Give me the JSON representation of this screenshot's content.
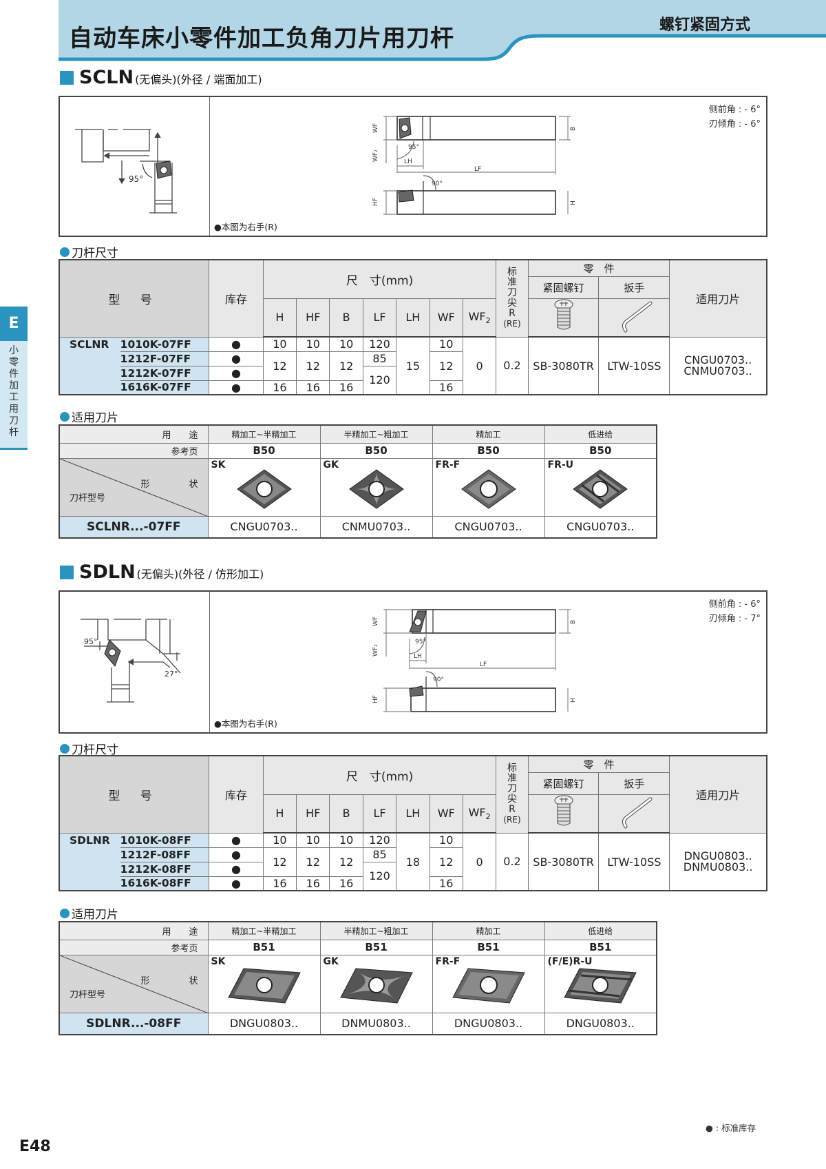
{
  "header": {
    "title": "自动车床小零件加工负角刀片用刀杆",
    "category": "螺钉紧固方式",
    "colors": {
      "banner": "#b3d6e7",
      "accent": "#2a93bf",
      "model_cell": "#cfe4f0"
    }
  },
  "side_tab": {
    "letter": "E",
    "label": "小零件加工用刀杆"
  },
  "sections": [
    {
      "code": "SCLN",
      "description": "(无偏头)(外径 / 端面加工)",
      "diagram": {
        "note": "●本图为右手(R)",
        "side_rake": "侧前角 : - 6°",
        "inclination": "刃倾角 : - 6°",
        "labels": {
          "wf": "WF",
          "wf2": "WF₂",
          "lh": "LH",
          "lf": "LF",
          "b": "B",
          "hf": "HF",
          "h": "H",
          "angle1": "95°",
          "angle2": "90°",
          "approach": "95°"
        }
      },
      "dim_title": "刀杆尺寸",
      "table": {
        "headers": {
          "model": "型 号",
          "stock": "库存",
          "dimensions": "尺　寸(mm)",
          "cols": [
            "H",
            "HF",
            "B",
            "LF",
            "LH",
            "WF",
            "WF"
          ],
          "wf2_sub": "2",
          "radius": [
            "标",
            "准",
            "刀",
            "尖",
            "R",
            "(RE)"
          ],
          "parts": "零　件",
          "screw": "紧固螺钉",
          "wrench": "扳手",
          "inserts": "适用刀片"
        },
        "prefix": "SCLNR",
        "rows": [
          {
            "model": "1010K-07FF",
            "stock": "●",
            "H": "10",
            "HF": "10",
            "B": "10",
            "LF": "120",
            "WF": "10"
          },
          {
            "model": "1212F-07FF",
            "stock": "●",
            "H": "12",
            "HF": "12",
            "B": "12",
            "LF": "85",
            "WF": "12"
          },
          {
            "model": "1212K-07FF",
            "stock": "●",
            "LF": "120"
          },
          {
            "model": "1616K-07FF",
            "stock": "●",
            "H": "16",
            "HF": "16",
            "B": "16",
            "WF": "16"
          }
        ],
        "shared": {
          "LH": "15",
          "WF2": "0",
          "RE": "0.2",
          "screw": "SB-3080TR",
          "wrench": "LTW-10SS",
          "insert1": "CNGU0703..",
          "insert2": "CNMU0703.."
        }
      },
      "insert_title": "适用刀片",
      "inserts": {
        "row_use": "用　　途",
        "row_ref": "参考页",
        "row_shape": "形　状",
        "row_holder": "刀杆型号",
        "holder": "SCLNR...-07FF",
        "items": [
          {
            "use": "精加工~半精加工",
            "ref": "B50",
            "chip": "SK",
            "name": "CNGU0703.."
          },
          {
            "use": "半精加工~粗加工",
            "ref": "B50",
            "chip": "GK",
            "name": "CNMU0703.."
          },
          {
            "use": "精加工",
            "ref": "B50",
            "chip": "FR-F",
            "name": "CNGU0703.."
          },
          {
            "use": "低进给",
            "ref": "B50",
            "chip": "FR-U",
            "name": "CNGU0703.."
          }
        ]
      }
    },
    {
      "code": "SDLN",
      "description": "(无偏头)(外径 / 仿形加工)",
      "diagram": {
        "note": "●本图为右手(R)",
        "side_rake": "侧前角 : - 6°",
        "inclination": "刃倾角 : - 7°",
        "labels": {
          "wf": "WF",
          "wf2": "WF₂",
          "lh": "LH",
          "lf": "LF",
          "b": "B",
          "hf": "HF",
          "h": "H",
          "angle1": "95°",
          "angle2": "90°",
          "approach": "95°",
          "relief": "27°"
        }
      },
      "dim_title": "刀杆尺寸",
      "table": {
        "headers": {
          "model": "型 号",
          "stock": "库存",
          "dimensions": "尺　寸(mm)",
          "cols": [
            "H",
            "HF",
            "B",
            "LF",
            "LH",
            "WF",
            "WF"
          ],
          "wf2_sub": "2",
          "radius": [
            "标",
            "准",
            "刀",
            "尖",
            "R",
            "(RE)"
          ],
          "parts": "零　件",
          "screw": "紧固螺钉",
          "wrench": "扳手",
          "inserts": "适用刀片"
        },
        "prefix": "SDLNR",
        "rows": [
          {
            "model": "1010K-08FF",
            "stock": "●",
            "H": "10",
            "HF": "10",
            "B": "10",
            "LF": "120",
            "WF": "10"
          },
          {
            "model": "1212F-08FF",
            "stock": "●",
            "H": "12",
            "HF": "12",
            "B": "12",
            "LF": "85",
            "WF": "12"
          },
          {
            "model": "1212K-08FF",
            "stock": "●",
            "LF": "120"
          },
          {
            "model": "1616K-08FF",
            "stock": "●",
            "H": "16",
            "HF": "16",
            "B": "16",
            "WF": "16"
          }
        ],
        "shared": {
          "LH": "18",
          "WF2": "0",
          "RE": "0.2",
          "screw": "SB-3080TR",
          "wrench": "LTW-10SS",
          "insert1": "DNGU0803..",
          "insert2": "DNMU0803.."
        }
      },
      "insert_title": "适用刀片",
      "inserts": {
        "row_use": "用　　途",
        "row_ref": "参考页",
        "row_shape": "形　状",
        "row_holder": "刀杆型号",
        "holder": "SDLNR...-08FF",
        "items": [
          {
            "use": "精加工~半精加工",
            "ref": "B51",
            "chip": "SK",
            "name": "DNGU0803.."
          },
          {
            "use": "半精加工~粗加工",
            "ref": "B51",
            "chip": "GK",
            "name": "DNMU0803.."
          },
          {
            "use": "精加工",
            "ref": "B51",
            "chip": "FR-F",
            "name": "DNGU0803.."
          },
          {
            "use": "低进给",
            "ref": "B51",
            "chip": "(F/E)R-U",
            "name": "DNGU0803.."
          }
        ]
      }
    }
  ],
  "footer": {
    "page": "E48",
    "legend": "● : 标准库存"
  }
}
